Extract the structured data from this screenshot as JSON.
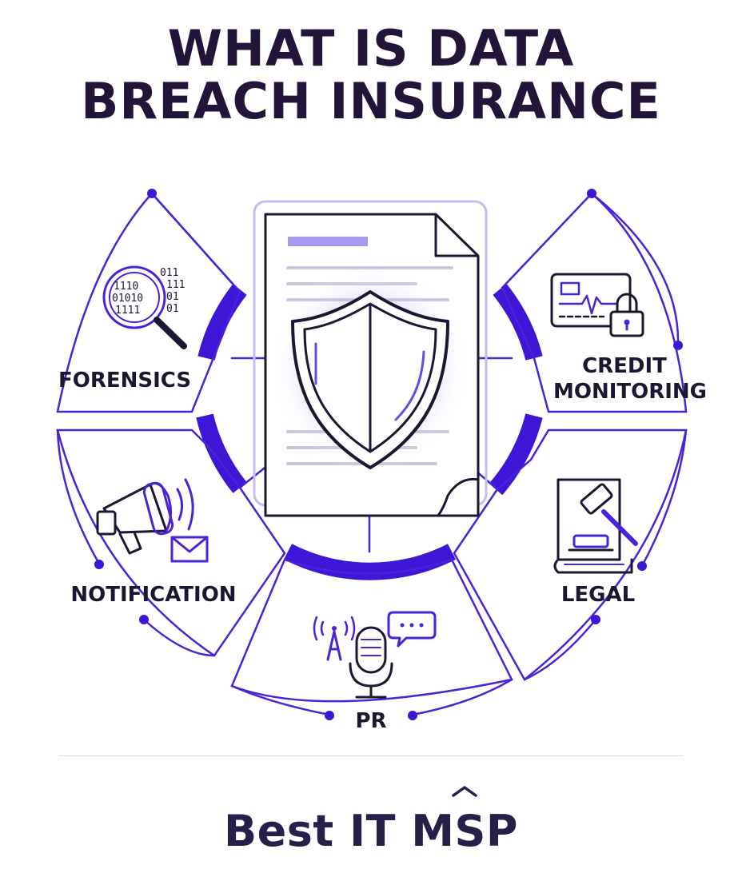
{
  "title": {
    "line1": "WHAT IS DATA",
    "line2": "BREACH INSURANCE"
  },
  "segments": {
    "forensics": {
      "label": "FORENSICS",
      "icon": "magnifier-binary-icon"
    },
    "credit": {
      "label_line1": "CREDIT",
      "label_line2": "MONITORING",
      "icon": "credit-card-lock-icon"
    },
    "notification": {
      "label": "NOTIFICATION",
      "icon": "megaphone-mail-icon"
    },
    "legal": {
      "label": "LEGAL",
      "icon": "gavel-book-icon"
    },
    "pr": {
      "label": "PR",
      "icon": "microphone-broadcast-icon"
    }
  },
  "center": {
    "icon": "shield-document-icon"
  },
  "brand": {
    "part1": "Best IT ",
    "part2": "MSP"
  },
  "colors": {
    "primary": "#4a22d8",
    "dark": "#1c1630",
    "light": "#c9c2f4"
  }
}
